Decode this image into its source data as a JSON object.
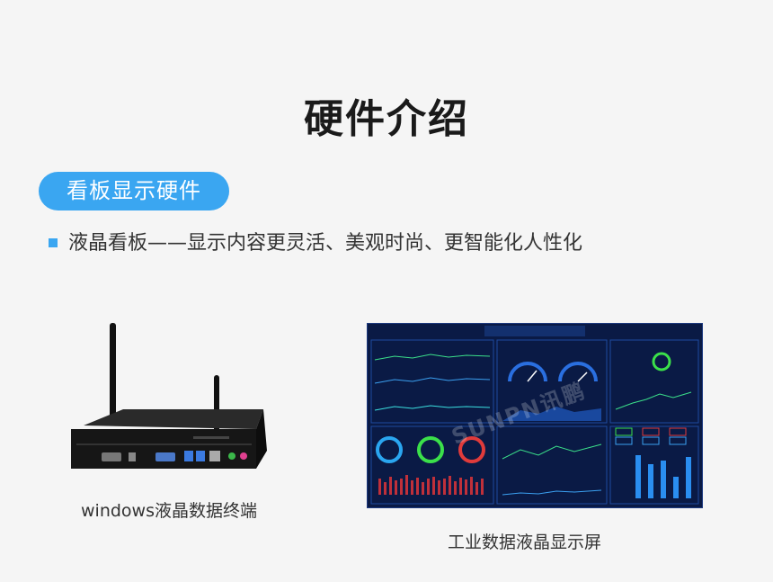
{
  "page": {
    "title": "硬件介绍",
    "section_label": "看板显示硬件",
    "bullet": "液晶看板——显示内容更灵活、美观时尚、更智能化人性化"
  },
  "products": [
    {
      "caption": "windows液晶数据终端"
    },
    {
      "caption": "工业数据液晶显示屏"
    }
  ],
  "watermark": "SUNPN讯鹏",
  "colors": {
    "accent": "#3aa6f1",
    "dashboard_bg": "#0a1a45"
  }
}
